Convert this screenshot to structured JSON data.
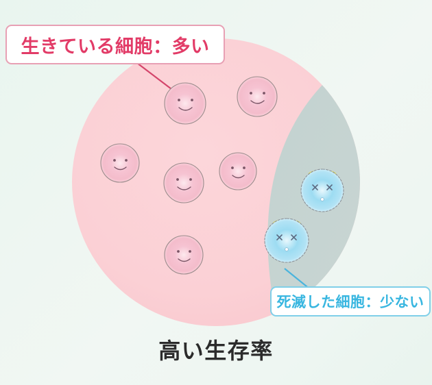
{
  "figure": {
    "title": "高い生存率",
    "background_color": "#edf6f1"
  },
  "callouts": [
    {
      "id": "alive",
      "text": "生きている細胞：多い",
      "text_color": "#e23b67",
      "border_color": "#e8a0b4",
      "background_color": "#ffffff",
      "leader_color": "#d4456b"
    },
    {
      "id": "dead",
      "text": "死滅した細胞：少ない",
      "text_color": "#38b6e0",
      "border_color": "#7fcfe8",
      "background_color": "#ffffff",
      "leader_color": "#4ab4dd"
    }
  ],
  "chart_data": {
    "type": "pie",
    "title": "高い生存率",
    "categories": [
      "生きている細胞",
      "死滅した細胞"
    ],
    "values": [
      88,
      12
    ],
    "colors": [
      "#fbd2d6",
      "#c6d4d2"
    ],
    "legend_position": "callout",
    "grid": false,
    "annotations": [
      "生きている細胞：多い",
      "死滅した細胞：少ない"
    ]
  },
  "cells": {
    "alive_count": 6,
    "dead_count": 2,
    "alive_face": {
      "eyes": "dot",
      "mouth": "smile",
      "fill": "#f4b9c8",
      "stroke": "#9a8a8a"
    },
    "dead_face": {
      "eyes": "cross",
      "mouth": "small-circle",
      "fill": "#8fd8f0",
      "stroke": "#8c9298",
      "halo_color": "#ece23c"
    }
  }
}
